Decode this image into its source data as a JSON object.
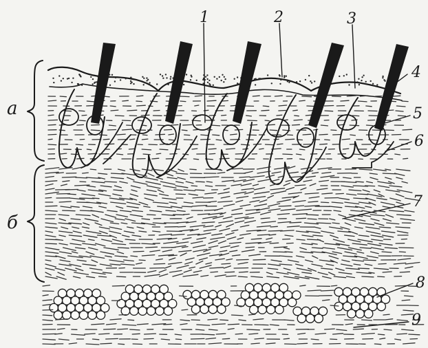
{
  "figure": {
    "layer_labels": {
      "a": "а",
      "b": "б"
    },
    "callouts": [
      {
        "num": "1"
      },
      {
        "num": "2"
      },
      {
        "num": "3"
      },
      {
        "num": "4"
      },
      {
        "num": "5"
      },
      {
        "num": "6"
      },
      {
        "num": "7"
      },
      {
        "num": "8"
      },
      {
        "num": "9"
      }
    ],
    "colors": {
      "ink": "#1a1a1a",
      "paper": "#f4f4f1"
    }
  }
}
